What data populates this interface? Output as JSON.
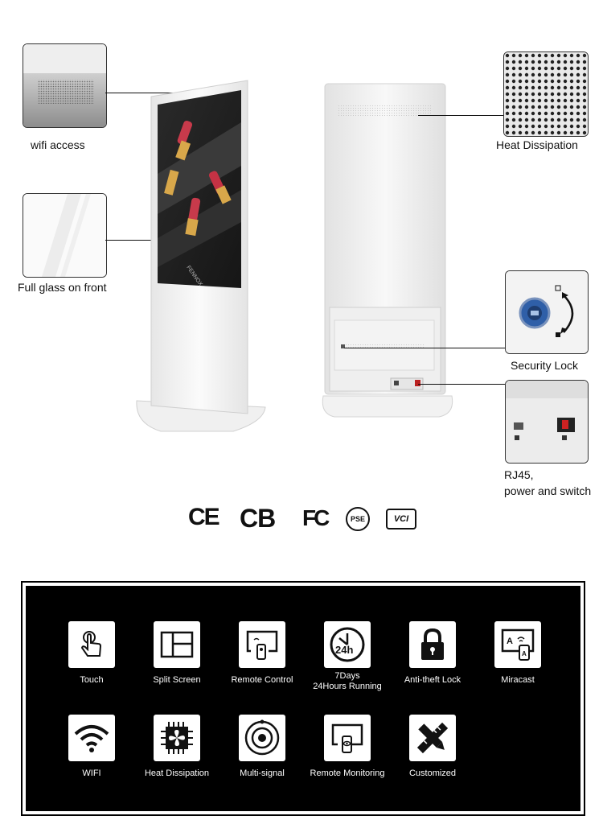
{
  "callouts": {
    "wifi_access": "wifi access",
    "full_glass": "Full glass on front",
    "heat_dissipation": "Heat Dissipation",
    "security_lock": "Security Lock",
    "rj45_line1": "RJ45,",
    "rj45_line2": "power and switch"
  },
  "front_screen_brand": "FENNOX",
  "certifications": [
    "CE",
    "CB",
    "FC",
    "PSE",
    "VCI"
  ],
  "features": [
    {
      "label": "Touch",
      "icon": "touch-hand-icon"
    },
    {
      "label": "Split Screen",
      "icon": "split-screen-icon"
    },
    {
      "label": "Remote Control",
      "icon": "remote-control-icon"
    },
    {
      "label_line1": "7Days",
      "label_line2": "24Hours Running",
      "icon_text": "24h",
      "icon": "clock-24h-icon"
    },
    {
      "label": "Anti-theft Lock",
      "icon": "padlock-icon"
    },
    {
      "label": "Miracast",
      "icon": "miracast-icon"
    },
    {
      "label": "WIFI",
      "icon": "wifi-icon"
    },
    {
      "label": "Heat Dissipation",
      "icon": "chip-fan-icon"
    },
    {
      "label": "Multi-signal",
      "icon": "multi-signal-icon"
    },
    {
      "label": "Remote Monitoring",
      "icon": "remote-monitoring-icon"
    },
    {
      "label": "Customized",
      "icon": "ruler-pencil-icon"
    }
  ],
  "colors": {
    "panel_bg": "#000000",
    "icon_bg": "#ffffff",
    "kiosk_body": "#f4f4f4"
  }
}
